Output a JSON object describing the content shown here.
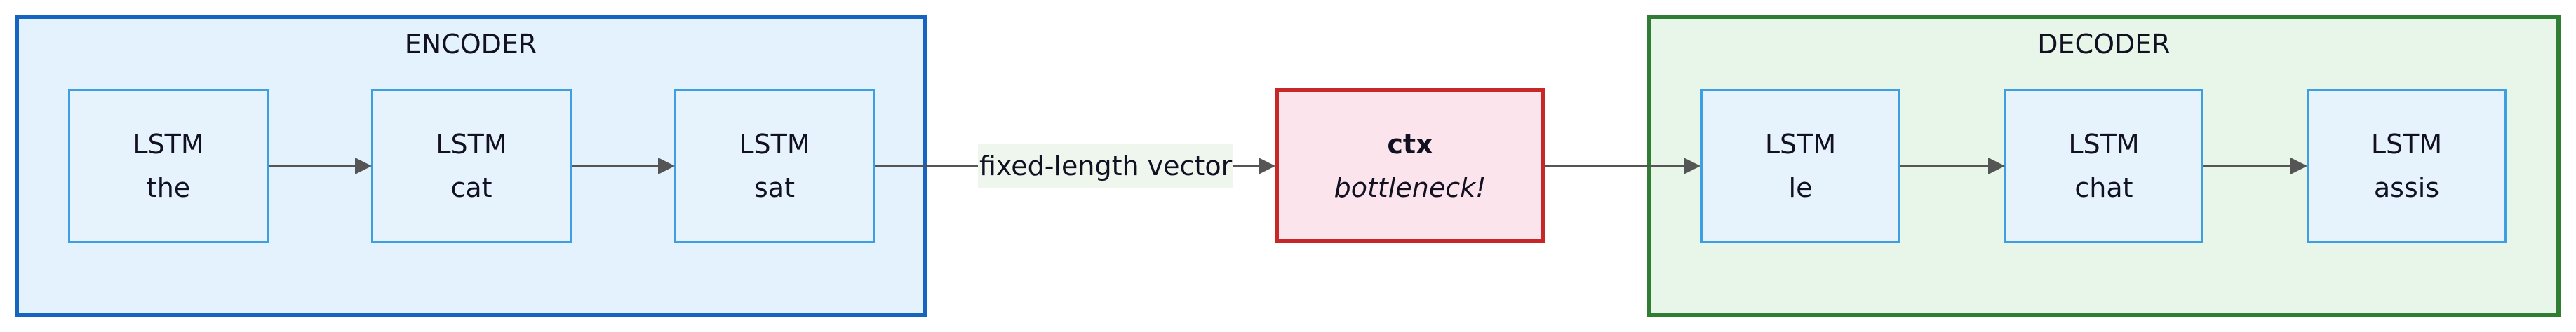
{
  "encoder": {
    "title": "ENCODER",
    "border_color": "#1565c0",
    "bg_color": "#e3f2fd",
    "nodes": [
      {
        "type": "LSTM",
        "token": "the"
      },
      {
        "type": "LSTM",
        "token": "cat"
      },
      {
        "type": "LSTM",
        "token": "sat"
      }
    ]
  },
  "edge_label": "fixed-length vector",
  "context": {
    "title": "ctx",
    "subtitle": "bottleneck!",
    "border_color": "#c62828",
    "bg_color": "#fce4ec"
  },
  "decoder": {
    "title": "DECODER",
    "border_color": "#2e7d32",
    "bg_color": "#e8f5e9",
    "nodes": [
      {
        "type": "LSTM",
        "token": "le"
      },
      {
        "type": "LSTM",
        "token": "chat"
      },
      {
        "type": "LSTM",
        "token": "assis"
      }
    ]
  }
}
